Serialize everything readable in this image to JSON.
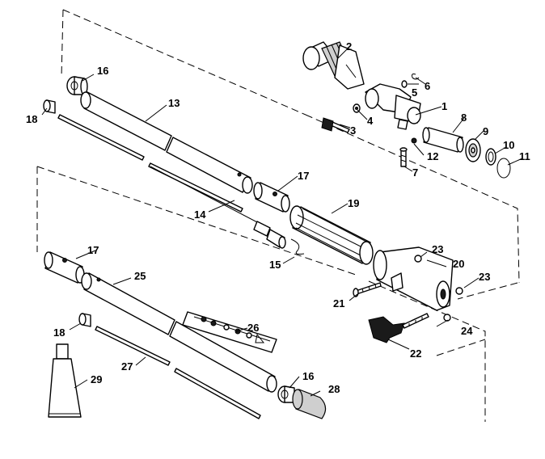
{
  "figure": {
    "callouts": [
      "1",
      "2",
      "3",
      "4",
      "5",
      "6",
      "7",
      "8",
      "9",
      "10",
      "11",
      "12",
      "13",
      "14",
      "15",
      "16",
      "17",
      "18",
      "19",
      "20",
      "21",
      "22",
      "23",
      "24",
      "25",
      "26",
      "27",
      "28",
      "29"
    ]
  }
}
